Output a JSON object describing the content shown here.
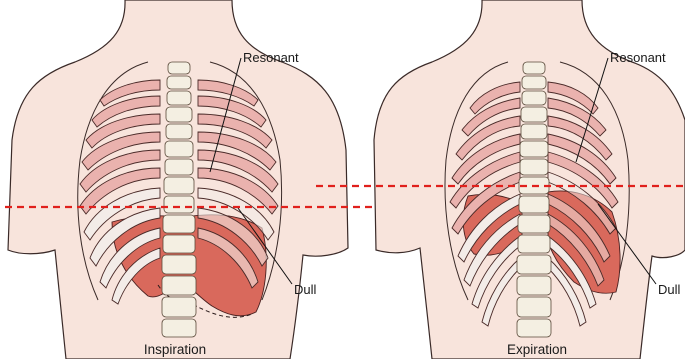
{
  "figures": [
    {
      "id": "inspiration",
      "caption": "Inspiration",
      "upper_label": "Resonant",
      "lower_label": "Dull"
    },
    {
      "id": "expiration",
      "caption": "Expiration",
      "upper_label": "Resonant",
      "lower_label": "Dull"
    }
  ],
  "colors": {
    "skin": "#f8e4dc",
    "resonant_rib": "#eab2ae",
    "dull_area": "#d9695c",
    "dashed_line": "#e0201c"
  }
}
